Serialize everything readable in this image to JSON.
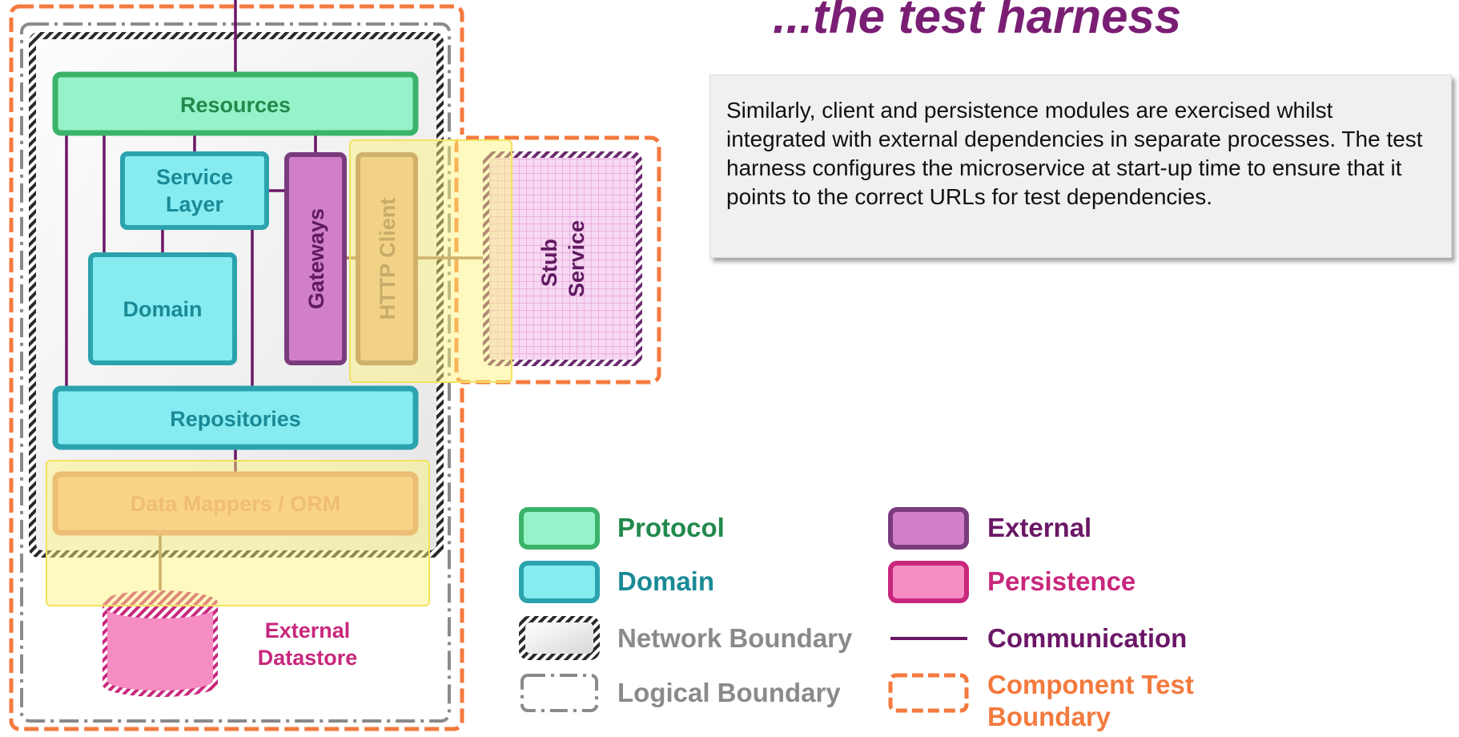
{
  "title": "...the test harness",
  "note": {
    "text": "Similarly, client and persistence modules are exercised whilst integrated with external dependencies in separate processes. The test harness configures the microservice at start-up time to ensure that it points to the correct URLs for test dependencies."
  },
  "diagram": {
    "resources": "Resources",
    "service_layer_line1": "Service",
    "service_layer_line2": "Layer",
    "domain": "Domain",
    "gateways": "Gateways",
    "http_client": "HTTP Client",
    "stub_service_line1": "Stub",
    "stub_service_line2": "Service",
    "repositories": "Repositories",
    "data_mappers": "Data Mappers / ORM",
    "external_datastore_line1": "External",
    "external_datastore_line2": "Datastore"
  },
  "legend": {
    "protocol": "Protocol",
    "domain": "Domain",
    "network_boundary": "Network Boundary",
    "logical_boundary": "Logical Boundary",
    "external": "External",
    "persistence": "Persistence",
    "communication": "Communication",
    "component_test_line1": "Component Test",
    "component_test_line2": "Boundary"
  },
  "colors": {
    "protocol_fill": "#96f2c8",
    "protocol_stroke": "#3bb36a",
    "domain_fill": "#86ecf1",
    "domain_stroke": "#2ba3ae",
    "external_fill": "#d17fc9",
    "external_stroke": "#7a3b7c",
    "persistence_fill": "#f68dc2",
    "persistence_stroke": "#c8277c",
    "communication": "#6b1766",
    "component_test": "#f37a3e",
    "logical_boundary": "#8a8a8a",
    "highlight": "#fbf37a",
    "title": "#7a1e74"
  }
}
